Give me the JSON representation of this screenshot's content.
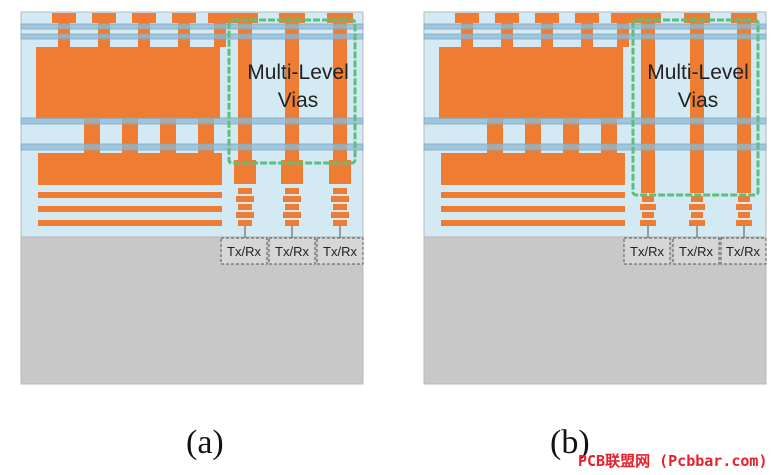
{
  "panels": [
    {
      "caption": "(a)",
      "via_label_line1": "Multi-Level",
      "via_label_line2": "Vias",
      "ports": [
        "Tx/Rx",
        "Tx/Rx",
        "Tx/Rx"
      ]
    },
    {
      "caption": "(b)",
      "via_label_line1": "Multi-Level",
      "via_label_line2": "Vias",
      "ports": [
        "Tx/Rx",
        "Tx/Rx",
        "Tx/Rx"
      ]
    }
  ],
  "watermark": "PCB联盟网 (Pcbbar.com)",
  "colors": {
    "dielectric": "#d3e9f4",
    "metal": "#ee7d33",
    "rail": "#8db9d4",
    "substrate": "#c8c8c8",
    "highlight": "#5cc07a"
  }
}
